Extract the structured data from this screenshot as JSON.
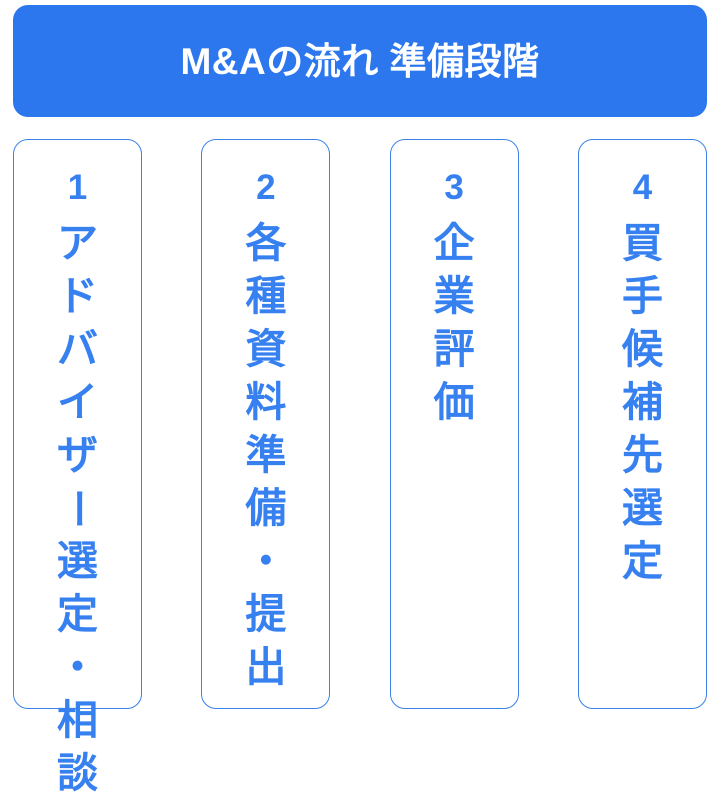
{
  "header": {
    "title": "M&Aの流れ 準備段階",
    "background_color": "#2c77ee",
    "text_color": "#ffffff"
  },
  "theme": {
    "accent_color": "#3680f0",
    "card_border_color": "#3b82e8",
    "page_background": "#ffffff"
  },
  "steps": [
    {
      "number": "1",
      "label": "アドバイザー選定・相談",
      "chars": [
        "ア",
        "ド",
        "バ",
        "イ",
        "ザ",
        "ー",
        "選",
        "定",
        "・",
        "相",
        "談"
      ]
    },
    {
      "number": "2",
      "label": "各種資料準備・提出",
      "chars": [
        "各",
        "種",
        "資",
        "料",
        "準",
        "備",
        "・",
        "提",
        "出"
      ]
    },
    {
      "number": "3",
      "label": "企業評価",
      "chars": [
        "企",
        "業",
        "評",
        "価"
      ]
    },
    {
      "number": "4",
      "label": "買手候補先選定",
      "chars": [
        "買",
        "手",
        "候",
        "補",
        "先",
        "選",
        "定"
      ]
    }
  ]
}
